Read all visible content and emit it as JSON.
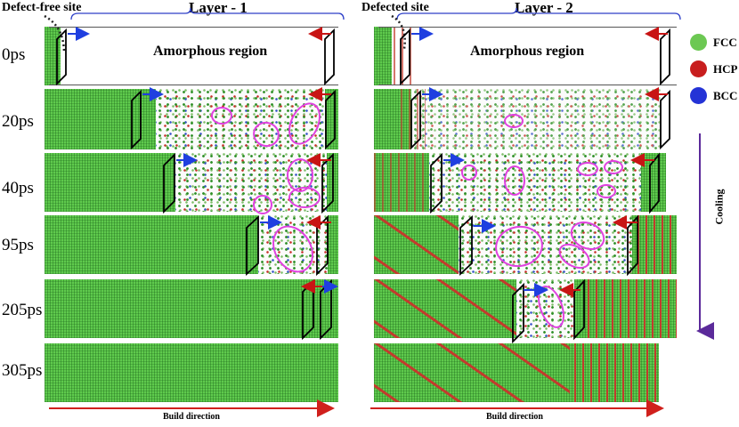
{
  "header": {
    "defect_free_label": "Defect-free site",
    "defected_label": "Defected site",
    "layer1_label": "Layer - 1",
    "layer2_label": "Layer - 2"
  },
  "times": [
    "0ps",
    "20ps",
    "40ps",
    "95ps",
    "205ps",
    "305ps"
  ],
  "amorphous_label": "Amorphous region",
  "legend": [
    {
      "label": "FCC",
      "color": "#6cc853"
    },
    {
      "label": "HCP",
      "color": "#c81e1e"
    },
    {
      "label": "BCC",
      "color": "#2433d6"
    }
  ],
  "cooling_label": "Cooling",
  "build_direction_label": "Build direction",
  "colors": {
    "arrow_blue": "#1f3fe0",
    "arrow_red": "#c81414",
    "ring": "#e040e0",
    "cooling": "#5b2a9a",
    "bracket": "#2d3fc8",
    "build_arrow": "#d0201c"
  }
}
